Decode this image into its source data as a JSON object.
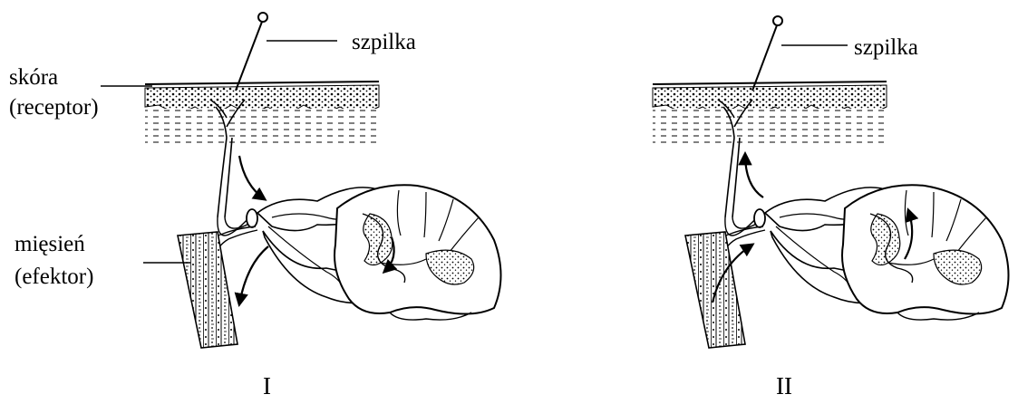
{
  "panel_1": {
    "labels": {
      "pin": "szpilka",
      "skin_line1": "skóra",
      "skin_line2": "(receptor)",
      "muscle_line1": "mięsień",
      "muscle_line2": "(efektor)"
    },
    "panel_label": "I"
  },
  "panel_2": {
    "labels": {
      "pin": "szpilka"
    },
    "panel_label": "II"
  }
}
